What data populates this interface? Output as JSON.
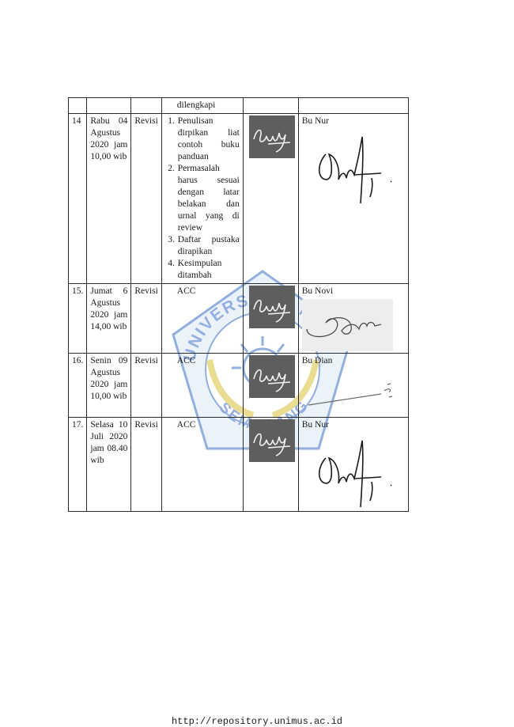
{
  "carry_over_note": "dilengkapi",
  "rows": [
    {
      "no": "14",
      "date": [
        "Rabu 04",
        "Agustus",
        "2020 jam",
        "10,00 wib"
      ],
      "kind": "Revisi",
      "items": [
        "Penulisan dirpikan liat contoh buku panduan",
        "Permasalah harus sesuai dengan latar belakan dan urnal yang di review",
        "Daftar pustaka dirapikan",
        "Kesimpulan ditambah"
      ],
      "reviewer": "Bu Nur"
    },
    {
      "no": "15.",
      "date": [
        "Jumat 6",
        "Agustus",
        "2020 jam",
        "14,00 wib"
      ],
      "kind": "Revisi",
      "note": "ACC",
      "reviewer": "Bu Novi"
    },
    {
      "no": "16.",
      "date": [
        "Senin 09",
        "Agustus",
        "2020 jam",
        "10,00 wib"
      ],
      "kind": "Revisi",
      "note": "ACC",
      "reviewer": "Bu Dian"
    },
    {
      "no": "17.",
      "date": [
        "Selasa 10",
        "Juli 2020",
        "jam 08.40",
        "wib"
      ],
      "kind": "Revisi",
      "note": "ACC",
      "reviewer": "Bu Nur"
    }
  ],
  "watermark": {
    "text_top": "UNIVERSITAS MUHAMMADIYAH",
    "text_bottom": "SEMARANG"
  },
  "footer": "http://repository.unimus.ac.id",
  "colors": {
    "watermark_blue": "#3a6fc4",
    "watermark_yellow": "#d8c23a",
    "stamp_gray": "#5e5e5e"
  }
}
